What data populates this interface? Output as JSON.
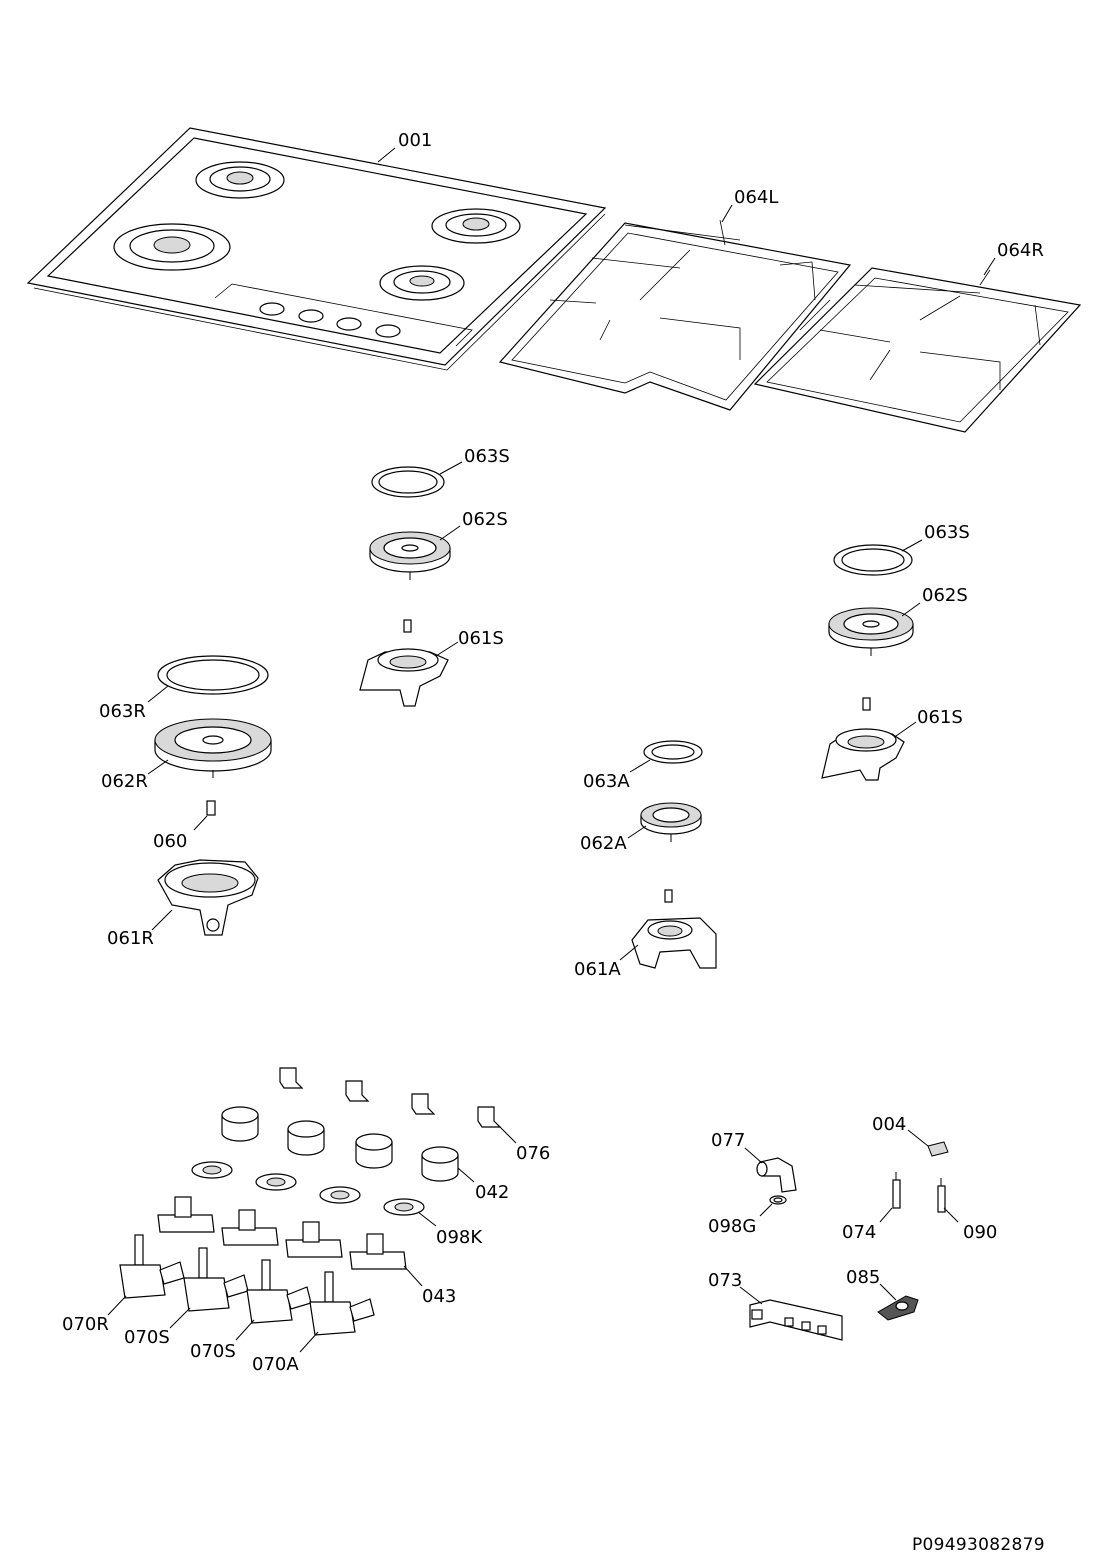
{
  "labels": {
    "hob": "001",
    "grid_left": "064L",
    "grid_right": "064R",
    "cap_s1": "063S",
    "crown_s1": "062S",
    "body_s1": "061S",
    "cap_s2": "063S",
    "crown_s2": "062S",
    "body_s2": "061S",
    "cap_r": "063R",
    "crown_r": "062R",
    "injector": "060",
    "body_r": "061R",
    "cap_a": "063A",
    "crown_a": "062A",
    "body_a": "061A",
    "spring": "076",
    "knob": "042",
    "bezel": "098K",
    "thermocouple_holder": "043",
    "tap_r": "070R",
    "tap_s1": "070S",
    "tap_s2": "070S",
    "tap_a": "070A",
    "elbow": "077",
    "seal": "098G",
    "clip": "004",
    "thermocouple": "074",
    "electrode": "090",
    "ignition_module": "073",
    "cable_clip": "085"
  },
  "document_code": "P09493082879"
}
